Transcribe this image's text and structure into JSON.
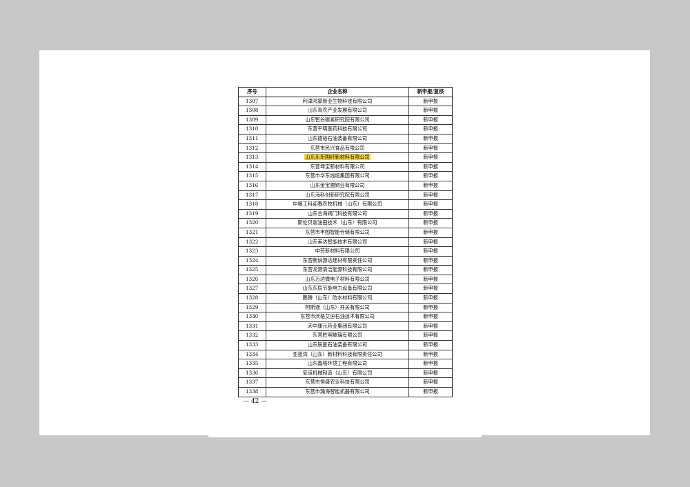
{
  "table": {
    "headers": [
      "序号",
      "企业名称",
      "新申报/复核"
    ],
    "rows": [
      {
        "no": "1307",
        "name": "利津鸿蒙新业生物科技有限公司",
        "status": "新申报"
      },
      {
        "no": "1308",
        "name": "山东青农产业发展有限公司",
        "status": "新申报"
      },
      {
        "no": "1309",
        "name": "山东智谷碳素研究院有限公司",
        "status": "新申报"
      },
      {
        "no": "1310",
        "name": "东营平明医药科技有限公司",
        "status": "新申报"
      },
      {
        "no": "1311",
        "name": "山东德裕石油装备有限公司",
        "status": "新申报"
      },
      {
        "no": "1312",
        "name": "东营市民兴食品有限公司",
        "status": "新申报"
      },
      {
        "no": "1313",
        "name": "山东东珩国纤新材料有限公司",
        "status": "新申报",
        "highlight": true
      },
      {
        "no": "1314",
        "name": "东营坤宝新材料有限公司",
        "status": "新申报"
      },
      {
        "no": "1315",
        "name": "东营市华东线缆集团有限公司",
        "status": "新申报"
      },
      {
        "no": "1316",
        "name": "山东金宝圃铜业有限公司",
        "status": "新申报"
      },
      {
        "no": "1317",
        "name": "山东海科创新研究院有限公司",
        "status": "新申报"
      },
      {
        "no": "1318",
        "name": "中粮工科迎春农牧机械（山东）有限公司",
        "status": "新申报"
      },
      {
        "no": "1319",
        "name": "山东合海阀门科技有限公司",
        "status": "新申报"
      },
      {
        "no": "1320",
        "name": "斯伦贝谢油田技术（山东）有限公司",
        "status": "新申报"
      },
      {
        "no": "1321",
        "name": "东营市丰图智能仓储有限公司",
        "status": "新申报"
      },
      {
        "no": "1322",
        "name": "山东美达智能技术有限公司",
        "status": "新申报"
      },
      {
        "no": "1323",
        "name": "中劳新材料有限公司",
        "status": "新申报"
      },
      {
        "no": "1324",
        "name": "东营新纳源达建材有限责任公司",
        "status": "新申报"
      },
      {
        "no": "1325",
        "name": "东营龙源清洁能源科技有限公司",
        "status": "新申报"
      },
      {
        "no": "1326",
        "name": "山东万达微电子材料有限公司",
        "status": "新申报"
      },
      {
        "no": "1327",
        "name": "山东东辰节能电力设备有限公司",
        "status": "新申报"
      },
      {
        "no": "1328",
        "name": "鹏腾（山东）防水材料有限公司",
        "status": "新申报"
      },
      {
        "no": "1329",
        "name": "阿斯通（山东）开关有限公司",
        "status": "新申报"
      },
      {
        "no": "1330",
        "name": "东营市沃格艾迪石油技术有限公司",
        "status": "新申报"
      },
      {
        "no": "1331",
        "name": "天中康元药业集团有限公司",
        "status": "新申报"
      },
      {
        "no": "1332",
        "name": "东营胜明玻璃有限公司",
        "status": "新申报"
      },
      {
        "no": "1333",
        "name": "山东辰星石油装备有限公司",
        "status": "新申报"
      },
      {
        "no": "1334",
        "name": "亚蓝湾（山东）新材料科技有限责任公司",
        "status": "新申报"
      },
      {
        "no": "1335",
        "name": "山东鑫格环境工程有限公司",
        "status": "新申报"
      },
      {
        "no": "1336",
        "name": "安道机械制造（山东）有限公司",
        "status": "新申报"
      },
      {
        "no": "1337",
        "name": "东营市恒盛农业科技有限公司",
        "status": "新申报"
      },
      {
        "no": "1338",
        "name": "东营市瀚海智能机器有限公司",
        "status": "新申报"
      }
    ]
  },
  "footer": {
    "page_number": "— 42 —"
  },
  "colors": {
    "highlight": "#f5d445",
    "background": "#c8c8c8",
    "page": "#ffffff"
  }
}
